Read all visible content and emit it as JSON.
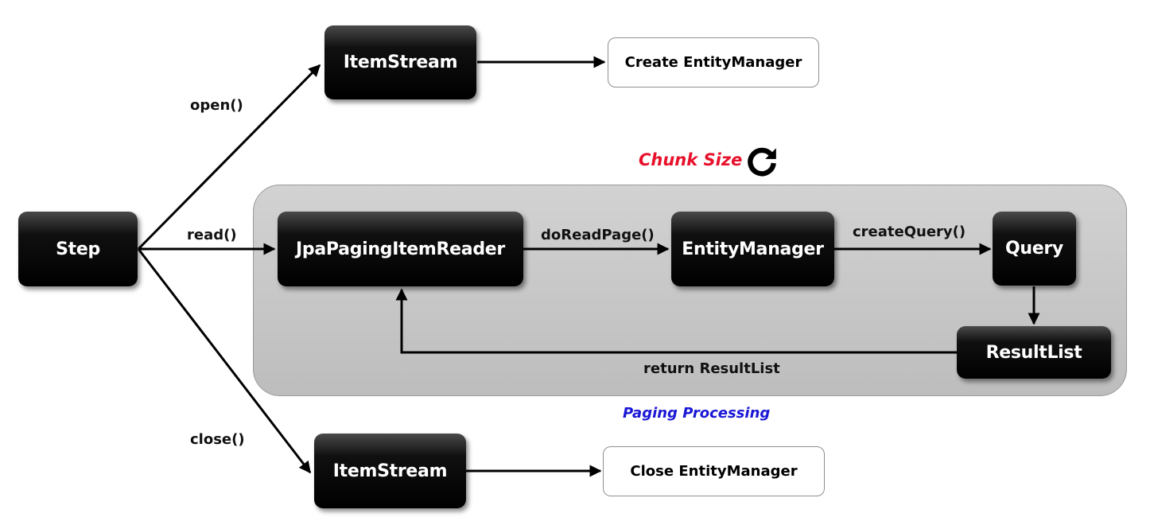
{
  "nodes": {
    "step": "Step",
    "itemstream_top": "ItemStream",
    "create_em": "Create EntityManager",
    "reader": "JpaPagingItemReader",
    "entity_manager": "EntityManager",
    "query": "Query",
    "result_list": "ResultList",
    "itemstream_bottom": "ItemStream",
    "close_em": "Close EntityManager"
  },
  "edges": {
    "open": "open()",
    "read": "read()",
    "close": "close()",
    "do_read_page": "doReadPage()",
    "create_query": "createQuery()",
    "return_result": "return ResultList"
  },
  "annotations": {
    "chunk_size": "Chunk Size",
    "chunk_icon": "refresh-icon",
    "paging_processing": "Paging Processing"
  },
  "colors": {
    "chunk_text": "#e8102a",
    "paging_text": "#1a17d6",
    "node_fill": "#000000",
    "panel_fill": "#c8c8c8"
  }
}
